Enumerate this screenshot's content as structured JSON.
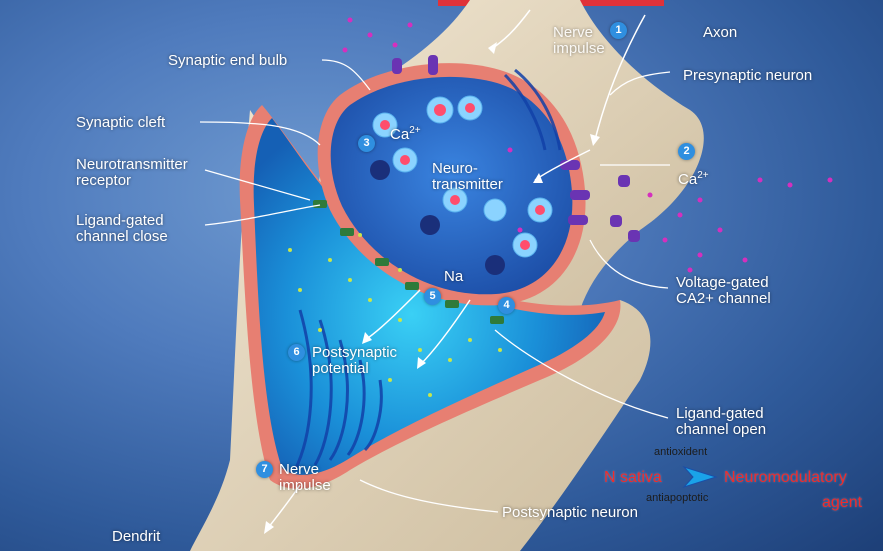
{
  "labels": {
    "synaptic_end_bulb": "Synaptic end bulb",
    "synaptic_cleft": "Synaptic cleft",
    "nt_receptor": "Neurotransmitter\nreceptor",
    "ligand_close": "Ligand-gated\nchannel close",
    "nerve_impulse_top": "Nerve\nimpulse",
    "axon": "Axon",
    "presynaptic": "Presynaptic neuron",
    "ca_right": "Ca",
    "ca_left": "Ca",
    "ca_sup": "2+",
    "neurotransmitter": "Neuro-\ntransmitter",
    "voltage_gated": "Voltage-gated\nCA2+ channel",
    "na": "Na",
    "postsynaptic_potential": "Postsynaptic\npotential",
    "ligand_open": "Ligand-gated\nchannel open",
    "nerve_impulse_bottom": "Nerve\nimpulse",
    "dendrite": "Dendrit",
    "postsynaptic_neuron": "Postsynaptic neuron"
  },
  "step_numbers": {
    "n1": "1",
    "n2": "2",
    "n3": "3",
    "n4": "4",
    "n5": "5",
    "n6": "6",
    "n7": "7"
  },
  "annotation": {
    "n_sativa": "N sativa",
    "antioxident": "antioxident",
    "antiapoptotic": "antiapoptotic",
    "neuromodulatory": "Neuromodulatory",
    "agent": "agent"
  },
  "colors": {
    "membrane": "#e77f72",
    "neuron_fill": "#e4d7c0",
    "post_fill": "#1f9de0",
    "pre_fill": "#2a63c6",
    "annotation_red": "#ef2b2b",
    "arrow_blue": "#1aa3e8"
  }
}
